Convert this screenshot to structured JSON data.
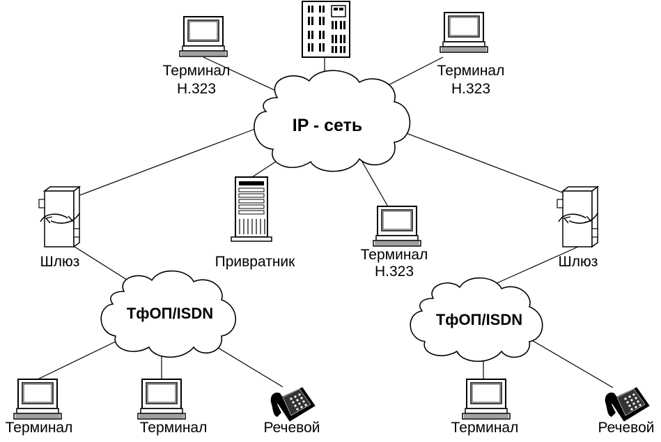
{
  "diagram": {
    "clouds": {
      "ip": "IP - сеть",
      "pstn_left": "ТфОП/ISDN",
      "pstn_right": "ТфОП/ISDN"
    },
    "labels": {
      "terminal_h323_top_left": [
        "Терминал",
        "H.323"
      ],
      "terminal_h323_top_right": [
        "Терминал",
        "H.323"
      ],
      "terminal_h323_center": [
        "Терминал",
        "H.323"
      ],
      "gateway_left": "Шлюз",
      "gateway_right": "Шлюз",
      "gatekeeper": "Привратник",
      "terminal_bottom_1": "Терминал",
      "terminal_bottom_2": "Терминал",
      "speech_left": "Речевой",
      "terminal_bottom_right": "Терминал",
      "speech_right": "Речевой"
    },
    "icons": {
      "terminal": "computer-terminal-icon",
      "server": "mcu-server-icon",
      "gatekeeper": "gatekeeper-server-icon",
      "gateway": "gateway-icon",
      "phone": "telephone-icon"
    }
  }
}
